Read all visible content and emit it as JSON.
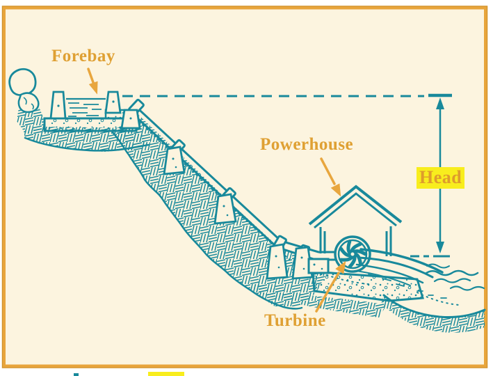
{
  "diagram": {
    "labels": {
      "forebay": "Forebay",
      "powerhouse": "Powerhouse",
      "head": "Head",
      "turbine": "Turbine"
    },
    "colors": {
      "ink_teal": "#18899B",
      "label_orange": "#DFA033",
      "highlight_yellow": "#F8ED1D",
      "background_cream": "#FCF4DF",
      "border_orange": "#E8A53C"
    }
  }
}
